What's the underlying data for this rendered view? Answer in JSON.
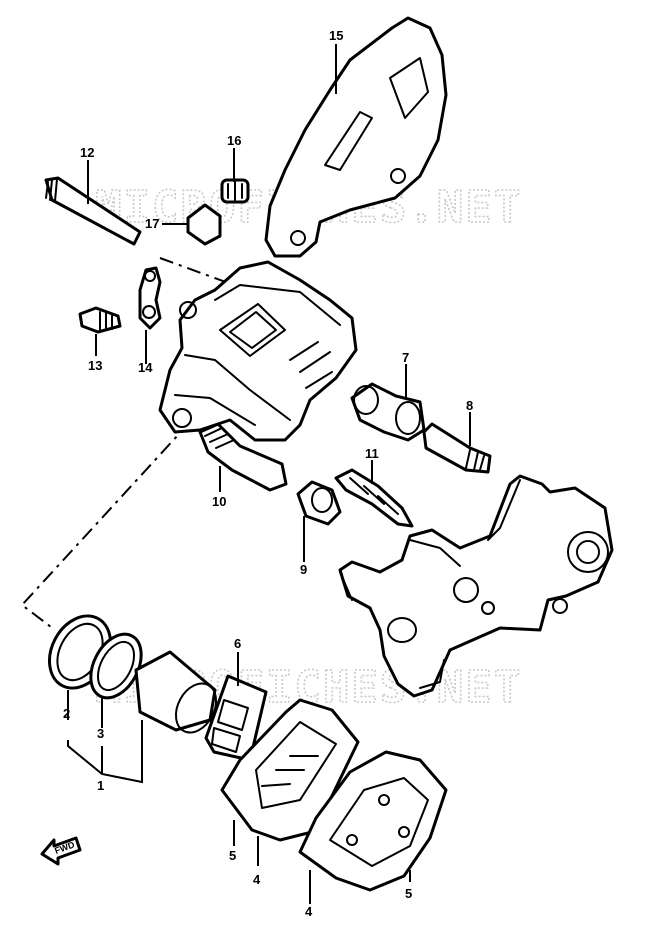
{
  "watermark": "MICROFICHES.NET",
  "direction_label": "FWD",
  "callouts": [
    {
      "id": "label-15",
      "text": "15"
    },
    {
      "id": "label-16",
      "text": "16"
    },
    {
      "id": "label-12",
      "text": "12"
    },
    {
      "id": "label-17",
      "text": "17"
    },
    {
      "id": "label-13",
      "text": "13"
    },
    {
      "id": "label-14",
      "text": "14"
    },
    {
      "id": "label-7",
      "text": "7"
    },
    {
      "id": "label-8",
      "text": "8"
    },
    {
      "id": "label-11",
      "text": "11"
    },
    {
      "id": "label-10",
      "text": "10"
    },
    {
      "id": "label-9",
      "text": "9"
    },
    {
      "id": "label-6",
      "text": "6"
    },
    {
      "id": "label-2",
      "text": "2"
    },
    {
      "id": "label-3",
      "text": "3"
    },
    {
      "id": "label-1",
      "text": "1"
    },
    {
      "id": "label-5a",
      "text": "5"
    },
    {
      "id": "label-4a",
      "text": "4"
    },
    {
      "id": "label-4b",
      "text": "4"
    },
    {
      "id": "label-5b",
      "text": "5"
    }
  ]
}
